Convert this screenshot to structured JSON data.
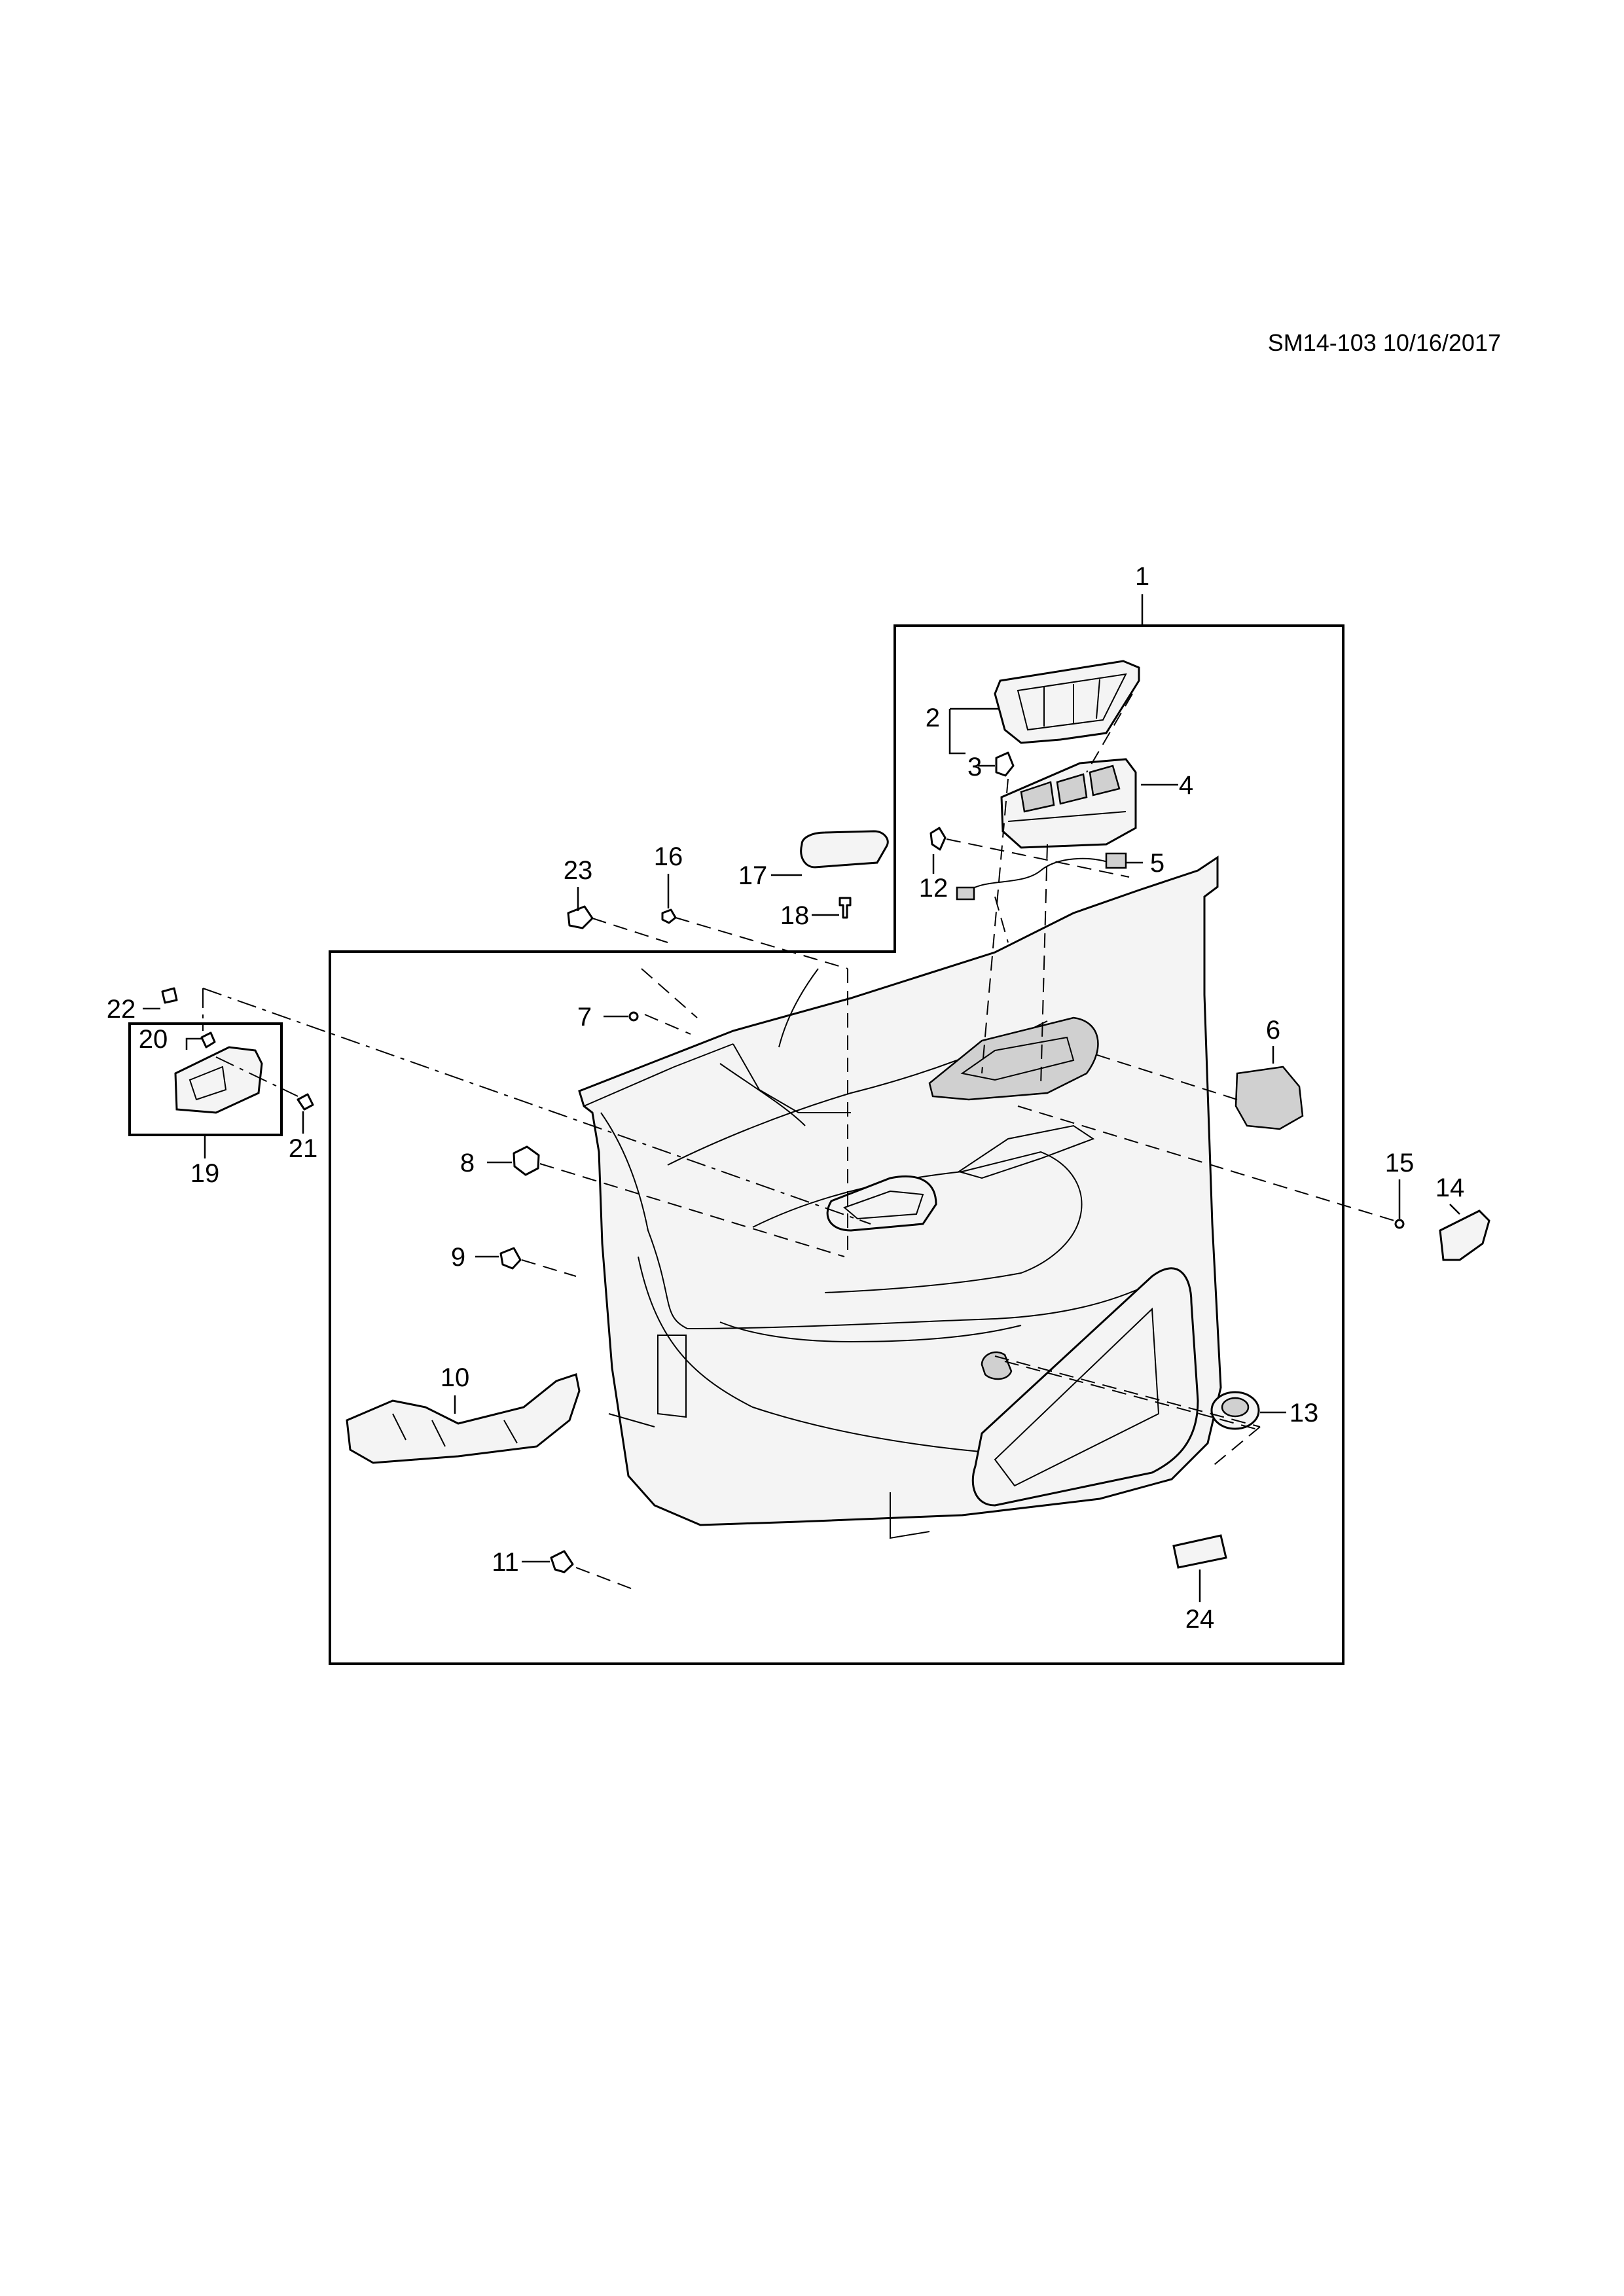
{
  "reference": "SM14-103 10/16/2017",
  "callouts": [
    {
      "id": "1",
      "text": "1"
    },
    {
      "id": "2",
      "text": "2"
    },
    {
      "id": "3",
      "text": "3"
    },
    {
      "id": "4",
      "text": "4"
    },
    {
      "id": "5",
      "text": "5"
    },
    {
      "id": "6",
      "text": "6"
    },
    {
      "id": "7",
      "text": "7"
    },
    {
      "id": "8",
      "text": "8"
    },
    {
      "id": "9",
      "text": "9"
    },
    {
      "id": "10",
      "text": "10"
    },
    {
      "id": "11",
      "text": "11"
    },
    {
      "id": "12",
      "text": "12"
    },
    {
      "id": "13",
      "text": "13"
    },
    {
      "id": "14",
      "text": "14"
    },
    {
      "id": "15",
      "text": "15"
    },
    {
      "id": "16",
      "text": "16"
    },
    {
      "id": "17",
      "text": "17"
    },
    {
      "id": "18",
      "text": "18"
    },
    {
      "id": "19",
      "text": "19"
    },
    {
      "id": "20",
      "text": "20"
    },
    {
      "id": "21",
      "text": "21"
    },
    {
      "id": "22",
      "text": "22"
    },
    {
      "id": "23",
      "text": "23"
    },
    {
      "id": "24",
      "text": "24"
    }
  ]
}
